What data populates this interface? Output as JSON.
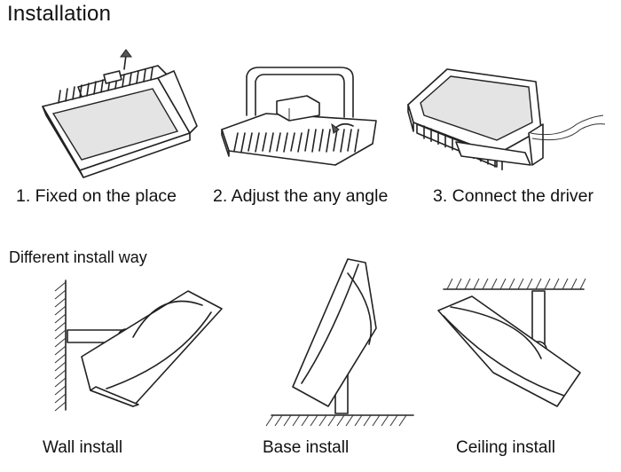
{
  "header": {
    "title": "Installation"
  },
  "steps": [
    {
      "label": "1. Fixed on the place"
    },
    {
      "label": "2. Adjust the any angle"
    },
    {
      "label": "3. Connect the driver"
    }
  ],
  "ways_section": {
    "title": "Different install way",
    "ways": [
      {
        "label": "Wall install"
      },
      {
        "label": "Base install"
      },
      {
        "label": "Ceiling install"
      }
    ]
  }
}
